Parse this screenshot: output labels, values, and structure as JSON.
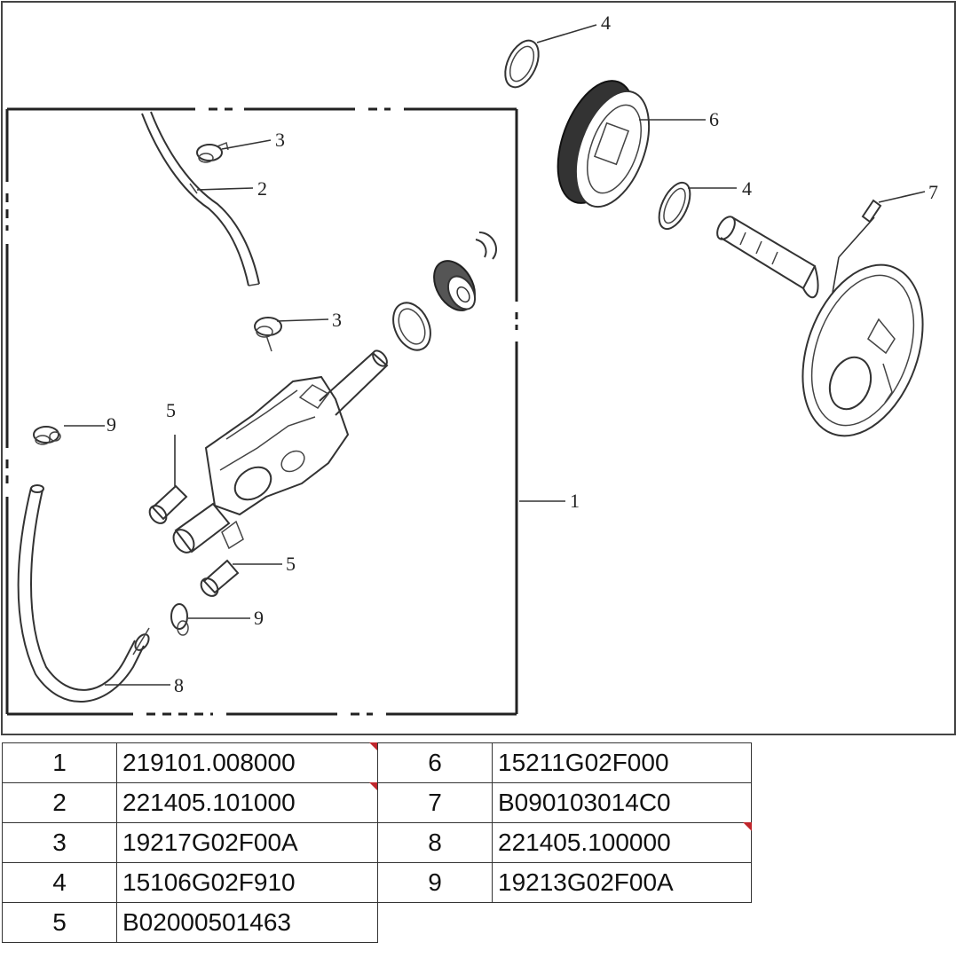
{
  "callouts": {
    "c1": "1",
    "c2": "2",
    "c3a": "3",
    "c3b": "3",
    "c4a": "4",
    "c4b": "4",
    "c5a": "5",
    "c5b": "5",
    "c6": "6",
    "c7": "7",
    "c8": "8",
    "c9a": "9",
    "c9b": "9"
  },
  "table_left": [
    {
      "num": "1",
      "code": "219101.008000",
      "flag": true
    },
    {
      "num": "2",
      "code": "221405.101000",
      "flag": true
    },
    {
      "num": "3",
      "code": "19217G02F00A",
      "flag": false
    },
    {
      "num": "4",
      "code": "15106G02F910",
      "flag": false
    },
    {
      "num": "5",
      "code": "B02000501463",
      "flag": false
    }
  ],
  "table_right": [
    {
      "num": "6",
      "code": "15211G02F000",
      "flag": false
    },
    {
      "num": "7",
      "code": "B090103014C0",
      "flag": false
    },
    {
      "num": "8",
      "code": "221405.100000",
      "flag": true
    },
    {
      "num": "9",
      "code": "19213G02F00A",
      "flag": false
    }
  ],
  "colors": {
    "line": "#333333",
    "flag": "#c0262c",
    "background": "#ffffff"
  }
}
